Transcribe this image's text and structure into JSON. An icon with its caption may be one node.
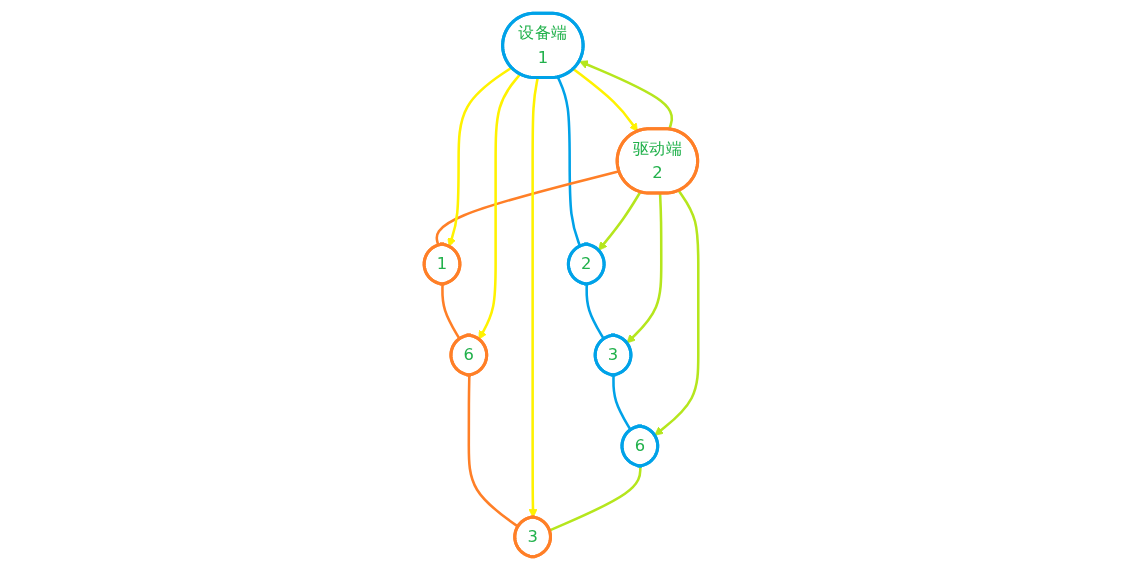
{
  "diagram": {
    "nodes": [
      {
        "text": [
          "设备端",
          "1"
        ]
      },
      {
        "text": [
          "2"
        ]
      },
      {
        "text": [
          "3"
        ]
      },
      {
        "text": [
          "6"
        ]
      },
      {
        "text": [
          "驱动端",
          "2"
        ]
      },
      {
        "text": [
          "1"
        ]
      },
      {
        "text": [
          "6"
        ]
      },
      {
        "text": [
          "3"
        ]
      }
    ],
    "edges": [
      {
        "from": 0,
        "to": 1,
        "arrow": "none",
        "color": "#00a2e8"
      },
      {
        "from": 1,
        "to": 2,
        "arrow": "none",
        "color": "#00a2e8"
      },
      {
        "from": 2,
        "to": 3,
        "arrow": "none",
        "color": "#00a2e8"
      },
      {
        "from": 4,
        "to": 5,
        "arrow": "none",
        "color": "#ff7f27"
      },
      {
        "from": 5,
        "to": 6,
        "arrow": "none",
        "color": "#ff7f27"
      },
      {
        "from": 6,
        "to": 7,
        "arrow": "none",
        "color": "#ff7f27"
      },
      {
        "from": 0,
        "to": 4,
        "arrow": "to",
        "color": "#fff200"
      },
      {
        "from": 0,
        "to": 5,
        "arrow": "to",
        "color": "#fff200"
      },
      {
        "from": 0,
        "to": 6,
        "arrow": "to",
        "color": "#fff200"
      },
      {
        "from": 0,
        "to": 7,
        "arrow": "to",
        "color": "#fff200"
      },
      {
        "from": 4,
        "to": 0,
        "arrow": "to",
        "color": "#b5e61d"
      },
      {
        "from": 4,
        "to": 1,
        "arrow": "to",
        "color": "#b5e61d"
      },
      {
        "from": 4,
        "to": 2,
        "arrow": "to",
        "color": "#b5e61d"
      },
      {
        "from": 4,
        "to": 3,
        "arrow": "to",
        "color": "#b5e61d"
      },
      {
        "from": 3,
        "to": 7,
        "arrow": "none",
        "color": "#b5e61d"
      }
    ]
  }
}
